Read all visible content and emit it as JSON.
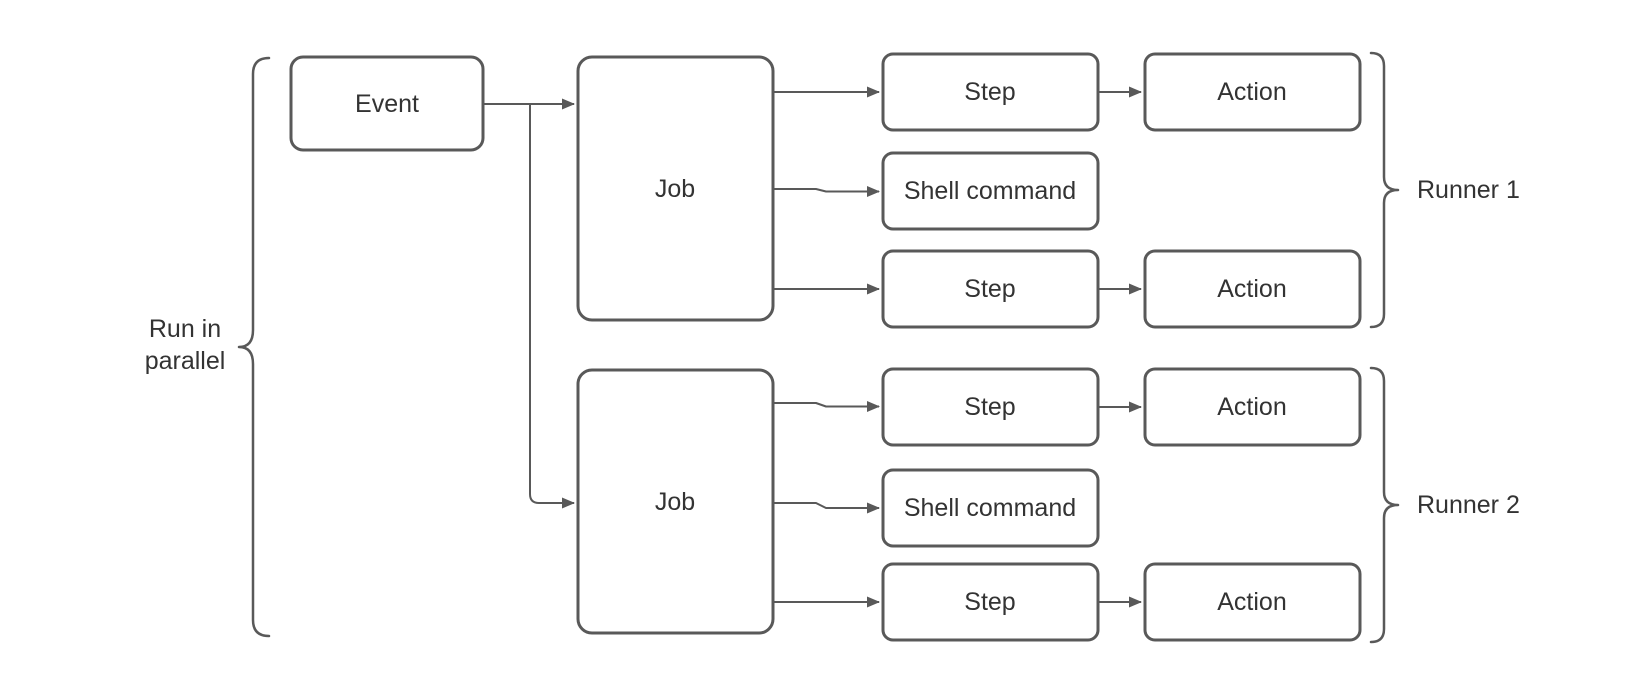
{
  "colors": {
    "background": "#ffffff",
    "node_fill": "#ffffff",
    "stroke": "#595959",
    "text": "#333333"
  },
  "nodes": {
    "event": {
      "label": "Event"
    },
    "job1": {
      "label": "Job"
    },
    "job2": {
      "label": "Job"
    },
    "step1": {
      "label": "Step"
    },
    "shell1": {
      "label": "Shell command"
    },
    "step2": {
      "label": "Step"
    },
    "action1": {
      "label": "Action"
    },
    "action2": {
      "label": "Action"
    },
    "step3": {
      "label": "Step"
    },
    "shell2": {
      "label": "Shell command"
    },
    "step4": {
      "label": "Step"
    },
    "action3": {
      "label": "Action"
    },
    "action4": {
      "label": "Action"
    }
  },
  "annotations": {
    "parallel_label_line1": "Run in",
    "parallel_label_line2": "parallel",
    "runner1_label": "Runner 1",
    "runner2_label": "Runner 2"
  }
}
